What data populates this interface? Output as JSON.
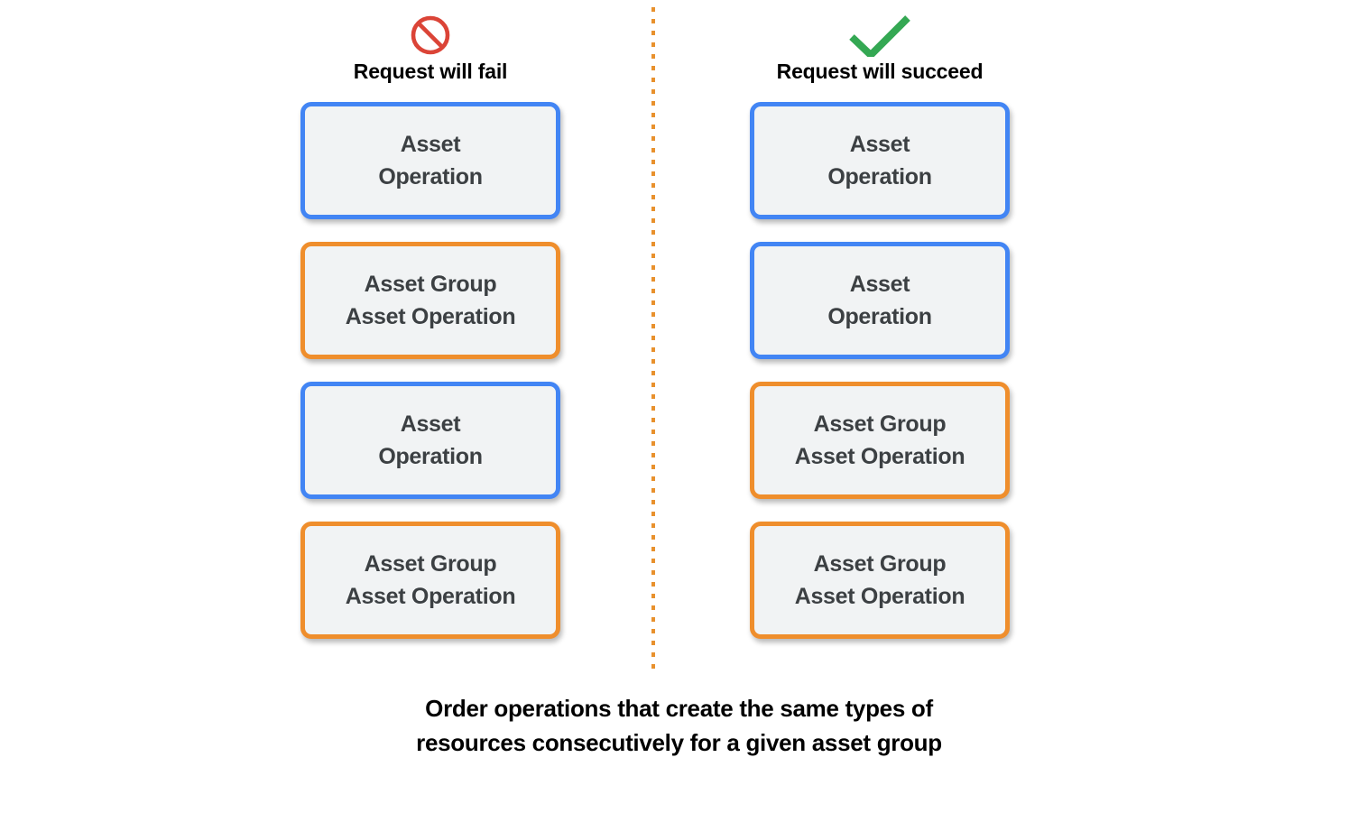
{
  "diagram": {
    "columns": [
      {
        "id": "fail",
        "icon": "prohibition-icon",
        "icon_color": "#DB4437",
        "label": "Request will fail",
        "boxes": [
          {
            "type": "blue",
            "border_color": "#4285F4",
            "lines": [
              "Asset",
              "Operation"
            ]
          },
          {
            "type": "orange",
            "border_color": "#EF8E2C",
            "lines": [
              "Asset Group",
              "Asset Operation"
            ]
          },
          {
            "type": "blue",
            "border_color": "#4285F4",
            "lines": [
              "Asset",
              "Operation"
            ]
          },
          {
            "type": "orange",
            "border_color": "#EF8E2C",
            "lines": [
              "Asset Group",
              "Asset Operation"
            ]
          }
        ]
      },
      {
        "id": "succeed",
        "icon": "check-icon",
        "icon_color": "#34A853",
        "label": "Request will succeed",
        "boxes": [
          {
            "type": "blue",
            "border_color": "#4285F4",
            "lines": [
              "Asset",
              "Operation"
            ]
          },
          {
            "type": "blue",
            "border_color": "#4285F4",
            "lines": [
              "Asset",
              "Operation"
            ]
          },
          {
            "type": "orange",
            "border_color": "#EF8E2C",
            "lines": [
              "Asset Group",
              "Asset Operation"
            ]
          },
          {
            "type": "orange",
            "border_color": "#EF8E2C",
            "lines": [
              "Asset Group",
              "Asset Operation"
            ]
          }
        ]
      }
    ],
    "divider": {
      "style": "dotted",
      "color": "#E8912D"
    },
    "caption": {
      "line1": "Order operations that create the same types of",
      "line2": "resources consecutively for a given asset group"
    },
    "box_fill_color": "#F1F3F4",
    "box_text_color": "#3C4043"
  }
}
